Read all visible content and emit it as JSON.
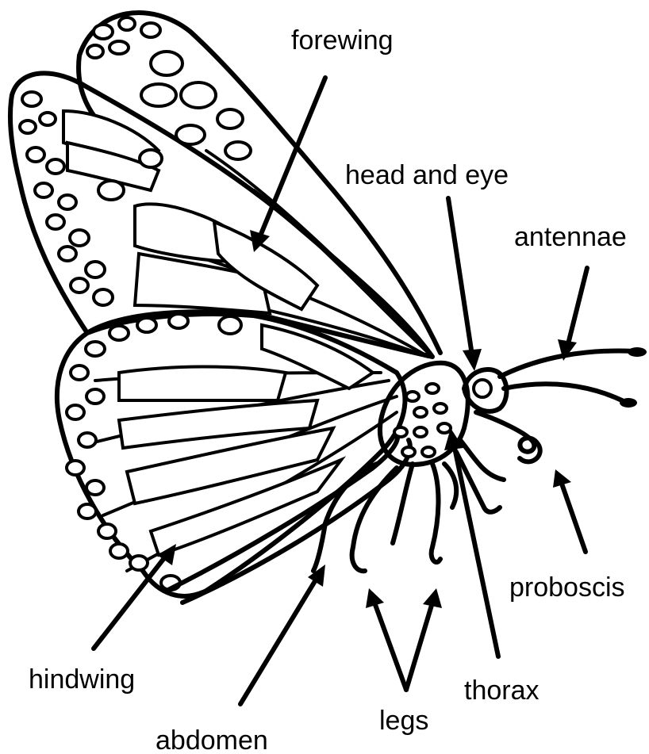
{
  "labels": {
    "forewing": "forewing",
    "head_and_eye": "head and eye",
    "antennae": "antennae",
    "proboscis": "proboscis",
    "thorax": "thorax",
    "legs": "legs",
    "abdomen": "abdomen",
    "hindwing": "hindwing"
  }
}
